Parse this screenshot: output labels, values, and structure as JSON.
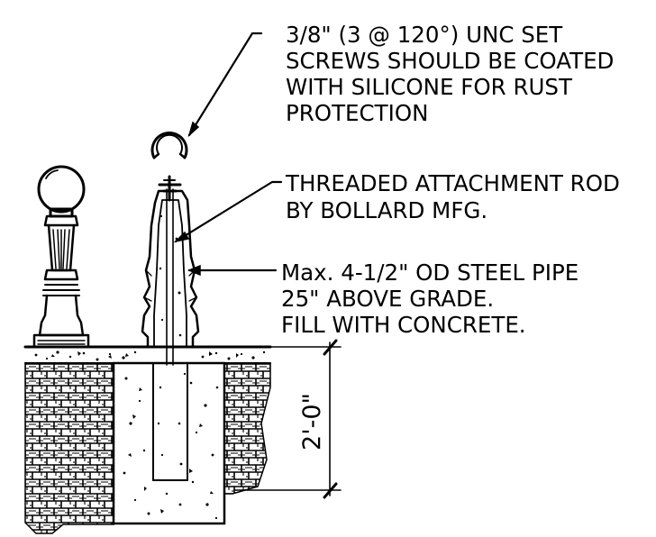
{
  "notes": {
    "set_screws": [
      "3/8\" (3 @ 120°) UNC SET",
      "SCREWS SHOULD BE COATED",
      "WITH SILICONE FOR RUST",
      "PROTECTION"
    ],
    "attachment_rod": [
      "THREADED ATTACHMENT ROD",
      "BY BOLLARD MFG."
    ],
    "steel_pipe": [
      "Max. 4-1/2\" OD STEEL PIPE",
      "25\" ABOVE GRADE.",
      "FILL WITH CONCRETE."
    ]
  },
  "dimension": {
    "footing_depth": "2'-0\""
  }
}
